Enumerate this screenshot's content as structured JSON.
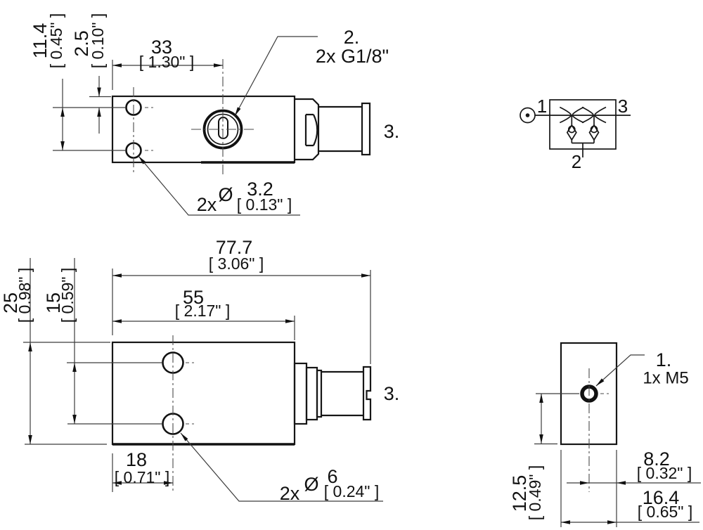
{
  "drawing": {
    "callouts": {
      "c2_num": "2.",
      "c2_desc": "2x G1/8\"",
      "c3_top": "3.",
      "c3_front": "3.",
      "c1_num": "1.",
      "c1_desc": "1x M5"
    },
    "hole_specs": {
      "top": {
        "qty": "2x",
        "dia_symbol": "Ø",
        "mm": "3.2",
        "inch": "[ 0.13\" ]"
      },
      "front": {
        "qty": "2x",
        "dia_symbol": "Ø",
        "mm": "6",
        "inch": "[ 0.24\" ]"
      }
    },
    "dimensions": {
      "d33": {
        "mm": "33",
        "inch": "[ 1.30\" ]"
      },
      "d11_4": {
        "mm": "11.4",
        "inch": "[ 0.45\" ]"
      },
      "d2_5": {
        "mm": "2.5",
        "inch": "[ 0.10\" ]"
      },
      "d77_7": {
        "mm": "77.7",
        "inch": "[ 3.06\" ]"
      },
      "d55": {
        "mm": "55",
        "inch": "[ 2.17\" ]"
      },
      "d25": {
        "mm": "25",
        "inch": "[ 0.98\" ]"
      },
      "d15": {
        "mm": "15",
        "inch": "[ 0.59\" ]"
      },
      "d18": {
        "mm": "18",
        "inch": "[ 0.71\" ]"
      },
      "d12_5": {
        "mm": "12.5",
        "inch": "[ 0.49\" ]"
      },
      "d8_2": {
        "mm": "8.2",
        "inch": "[ 0.32\" ]"
      },
      "d16_4": {
        "mm": "16.4",
        "inch": "[ 0.65\" ]"
      }
    },
    "schematic_ports": {
      "p1": "1",
      "p2": "2",
      "p3": "3"
    },
    "colors": {
      "line": "#161616",
      "dim": "#3c3c3c",
      "background": "#ffffff"
    }
  }
}
